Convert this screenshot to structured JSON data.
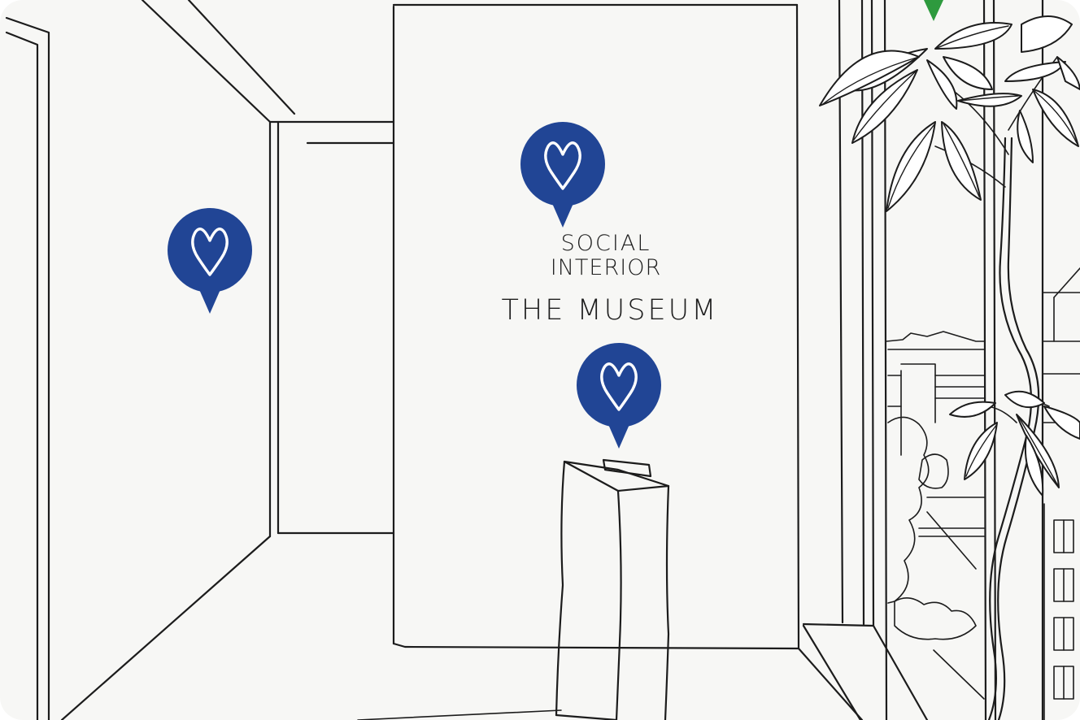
{
  "sign": {
    "line1": "SOCIAL",
    "line2": "INTERIOR",
    "line3": "THE MUSEUM"
  },
  "hotspots": [
    {
      "name": "hotspot-left-wall",
      "icon": "heart-icon"
    },
    {
      "name": "hotspot-back-wall",
      "icon": "heart-icon"
    },
    {
      "name": "hotspot-pedestal",
      "icon": "heart-icon"
    }
  ],
  "colors": {
    "pin": "#214595",
    "marker": "#2e9a3e",
    "ink": "#1c1c1c",
    "background": "#f7f7f5"
  }
}
